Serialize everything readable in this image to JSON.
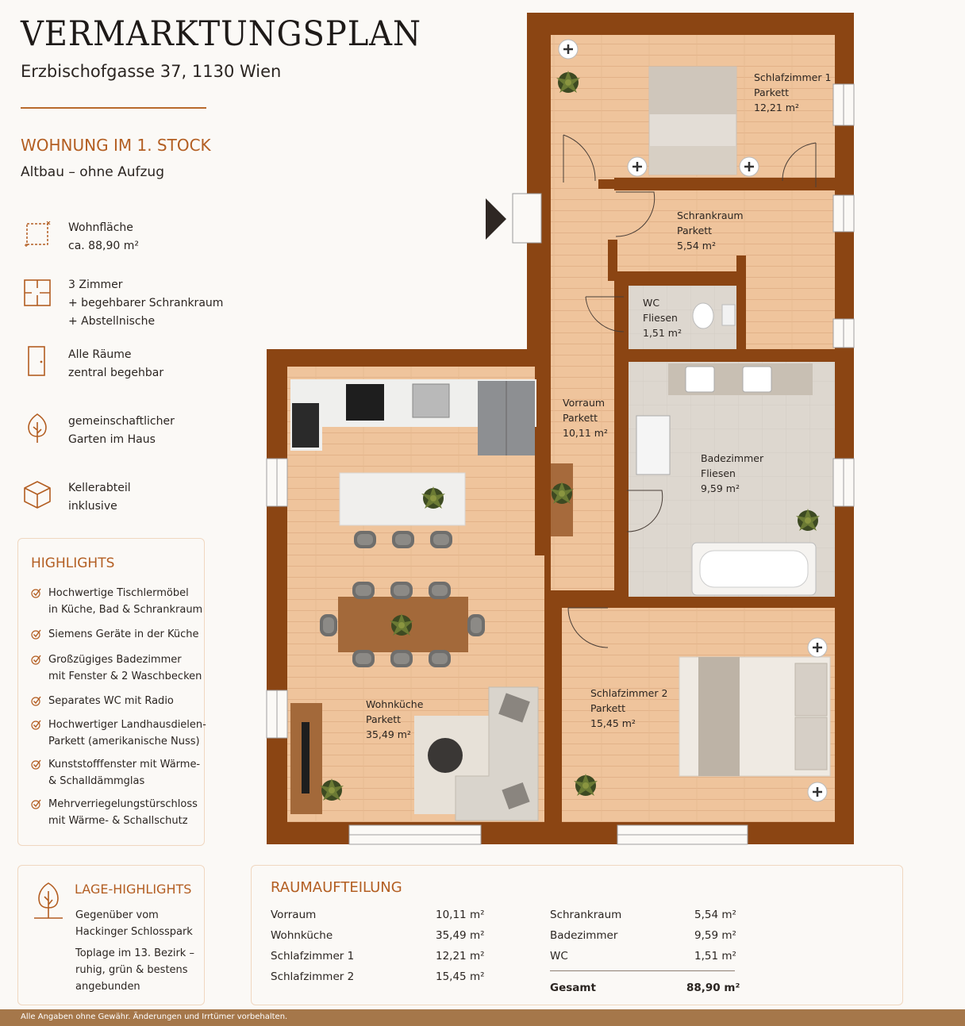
{
  "header": {
    "title": "VERMARKTUNGSPLAN",
    "address": "Erzbischofgasse 37, 1130 Wien"
  },
  "section": {
    "heading": "WOHNUNG IM 1. STOCK",
    "subheading": "Altbau – ohne Aufzug"
  },
  "features": [
    {
      "icon": "area-icon",
      "lines": [
        "Wohnfläche",
        "ca. 88,90 m²"
      ]
    },
    {
      "icon": "rooms-icon",
      "lines": [
        "3 Zimmer",
        "+ begehbarer Schrankraum",
        "+ Abstellnische"
      ]
    },
    {
      "icon": "door-icon",
      "lines": [
        "Alle Räume",
        "zentral begehbar"
      ]
    },
    {
      "icon": "tree-icon",
      "lines": [
        "gemeinschaftlicher",
        "Garten im Haus"
      ]
    },
    {
      "icon": "cube-icon",
      "lines": [
        "Kellerabteil",
        "inklusive"
      ]
    }
  ],
  "highlights": {
    "heading": "HIGHLIGHTS",
    "items": [
      [
        "Hochwertige Tischlermöbel",
        "in Küche, Bad & Schrankraum"
      ],
      [
        "Siemens Geräte in der Küche"
      ],
      [
        "Großzügiges Badezimmer",
        "mit Fenster & 2 Waschbecken"
      ],
      [
        "Separates WC mit Radio"
      ],
      [
        "Hochwertiger Landhausdielen-",
        "Parkett (amerikanische Nuss)"
      ],
      [
        "Kunststofffenster mit Wärme-",
        "& Schalldämmglas"
      ],
      [
        "Mehrverriegelungstürschloss",
        "mit Wärme- & Schallschutz"
      ]
    ]
  },
  "lage": {
    "heading": "LAGE-HIGHLIGHTS",
    "para1": [
      "Gegenüber vom",
      "Hackinger Schlosspark"
    ],
    "para2": [
      "Toplage im 13. Bezirk –",
      "ruhig, grün & bestens",
      "angebunden"
    ]
  },
  "raumaufteilung": {
    "heading": "RAUMAUFTEILUNG",
    "left": [
      {
        "name": "Vorraum",
        "area": "10,11 m²"
      },
      {
        "name": "Wohnküche",
        "area": "35,49 m²"
      },
      {
        "name": "Schlafzimmer 1",
        "area": "12,21 m²"
      },
      {
        "name": "Schlafzimmer 2",
        "area": "15,45 m²"
      }
    ],
    "right": [
      {
        "name": "Schrankraum",
        "area": "5,54 m²"
      },
      {
        "name": "Badezimmer",
        "area": "9,59 m²"
      },
      {
        "name": "WC",
        "area": "1,51 m²"
      }
    ],
    "total": {
      "name": "Gesamt",
      "area": "88,90 m²"
    }
  },
  "rooms": {
    "schlafzimmer1": [
      "Schlafzimmer 1",
      "Parkett",
      "12,21 m²"
    ],
    "schrankraum": [
      "Schrankraum",
      "Parkett",
      "5,54 m²"
    ],
    "wc": [
      "WC",
      "Fliesen",
      "1,51 m²"
    ],
    "vorraum": [
      "Vorraum",
      "Parkett",
      "10,11 m²"
    ],
    "badezimmer": [
      "Badezimmer",
      "Fliesen",
      "9,59 m²"
    ],
    "wohnkueche": [
      "Wohnküche",
      "Parkett",
      "35,49 m²"
    ],
    "schlafzimmer2": [
      "Schlafzimmer 2",
      "Parkett",
      "15,45 m²"
    ]
  },
  "footer": "Alle Angaben ohne Gewähr. Änderungen und Irrtümer vorbehalten.",
  "colors": {
    "accent": "#b35e22",
    "wall": "#8b4513",
    "parquet": "#eec29a",
    "tile": "#dcd6ce",
    "footer": "#a5774a"
  }
}
